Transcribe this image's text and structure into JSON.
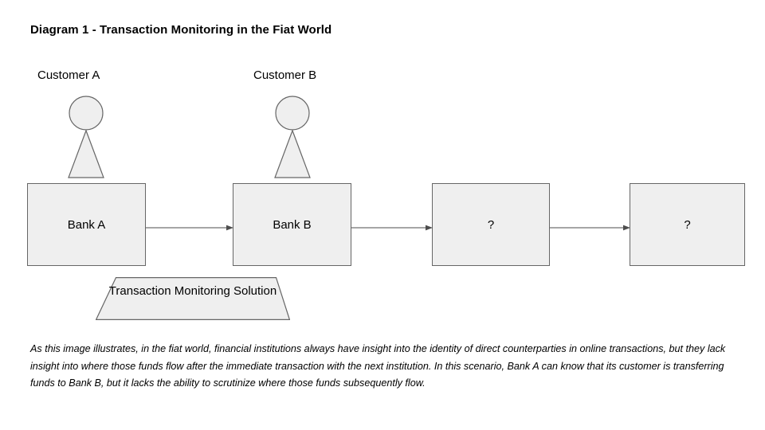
{
  "title": "Diagram 1 - Transaction Monitoring in the Fiat World",
  "actors": [
    {
      "label": "Customer A",
      "icon": "person-actor-icon"
    },
    {
      "label": "Customer B",
      "icon": "person-actor-icon"
    }
  ],
  "nodes": [
    {
      "label": "Bank A"
    },
    {
      "label": "Bank B"
    },
    {
      "label": "?"
    },
    {
      "label": "?"
    }
  ],
  "tms": {
    "label": "Transaction Monitoring Solution"
  },
  "arrows": [
    {
      "from": "Bank A",
      "to": "Bank B"
    },
    {
      "from": "Bank B",
      "to": "?"
    },
    {
      "from": "?",
      "to": "?"
    }
  ],
  "caption": "As this image illustrates, in the fiat world, financial institutions always have insight into the identity of direct counterparties in online transactions, but they lack insight into where those funds flow after the immediate transaction with the next institution. In this scenario, Bank A can know that its customer is transferring funds to Bank B, but it lacks the ability to scrutinize where those funds subsequently flow.",
  "colors": {
    "shape_fill": "#efefef",
    "shape_stroke": "#666666",
    "arrow_stroke": "#4d4d4d",
    "text": "#000000",
    "background": "#ffffff"
  }
}
